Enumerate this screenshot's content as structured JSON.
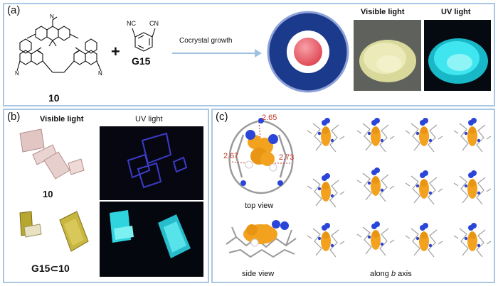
{
  "panel_a": {
    "label": "(a)",
    "compound_label": "10",
    "plus": "+",
    "guest_label": "G15",
    "guest_group_left": "NC",
    "guest_group_right": "CN",
    "arrow_label": "Cocrystal growth",
    "visible_light": "Visible light",
    "uv_light": "UV light"
  },
  "panel_b": {
    "label": "(b)",
    "visible_light": "Visible light",
    "uv_light": "UV light",
    "top_label": "10",
    "bottom_label": "G15⊂10"
  },
  "panel_c": {
    "label": "(c)",
    "dist_top": "2.65",
    "dist_left": "2.67",
    "dist_right": "2.73",
    "top_view": "top view",
    "side_view": "side view",
    "along_prefix": "along ",
    "along_axis": "b",
    "along_suffix": " axis"
  },
  "colors": {
    "panel_border": "#a9c6e2",
    "target_blue": "#1c3a8c",
    "target_red": "#e85a66",
    "uv_cyan": "#2fe0e8",
    "crystal_yellow": "#dfe0a0",
    "molecule_orange": "#f2a21f",
    "nitrogen_blue": "#2a46d8"
  }
}
